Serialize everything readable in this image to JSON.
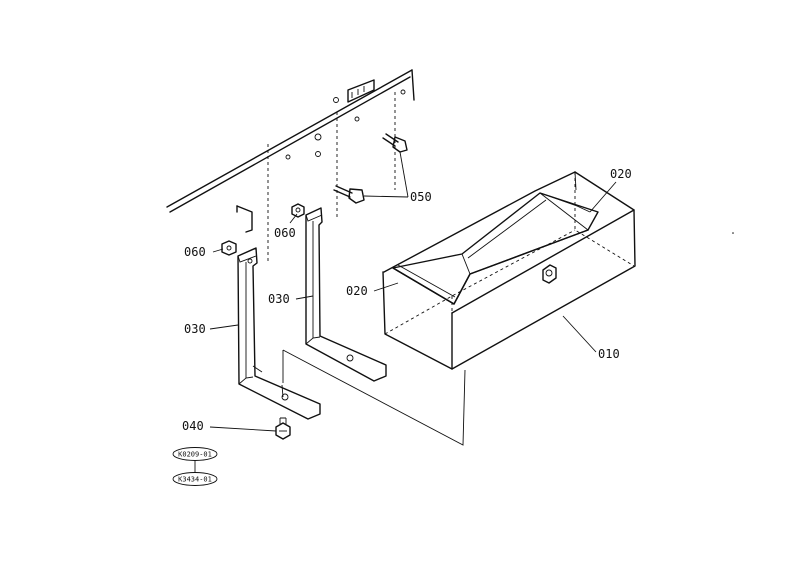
{
  "parts": {
    "p010": "010",
    "p020_top": "020",
    "p020_left": "020",
    "p030_left": "030",
    "p030_right": "030",
    "p040": "040",
    "p050": "050",
    "p060_left": "060",
    "p060_right": "060"
  },
  "refs": {
    "ref1": "K0209-01",
    "ref2": "K3434-01"
  }
}
